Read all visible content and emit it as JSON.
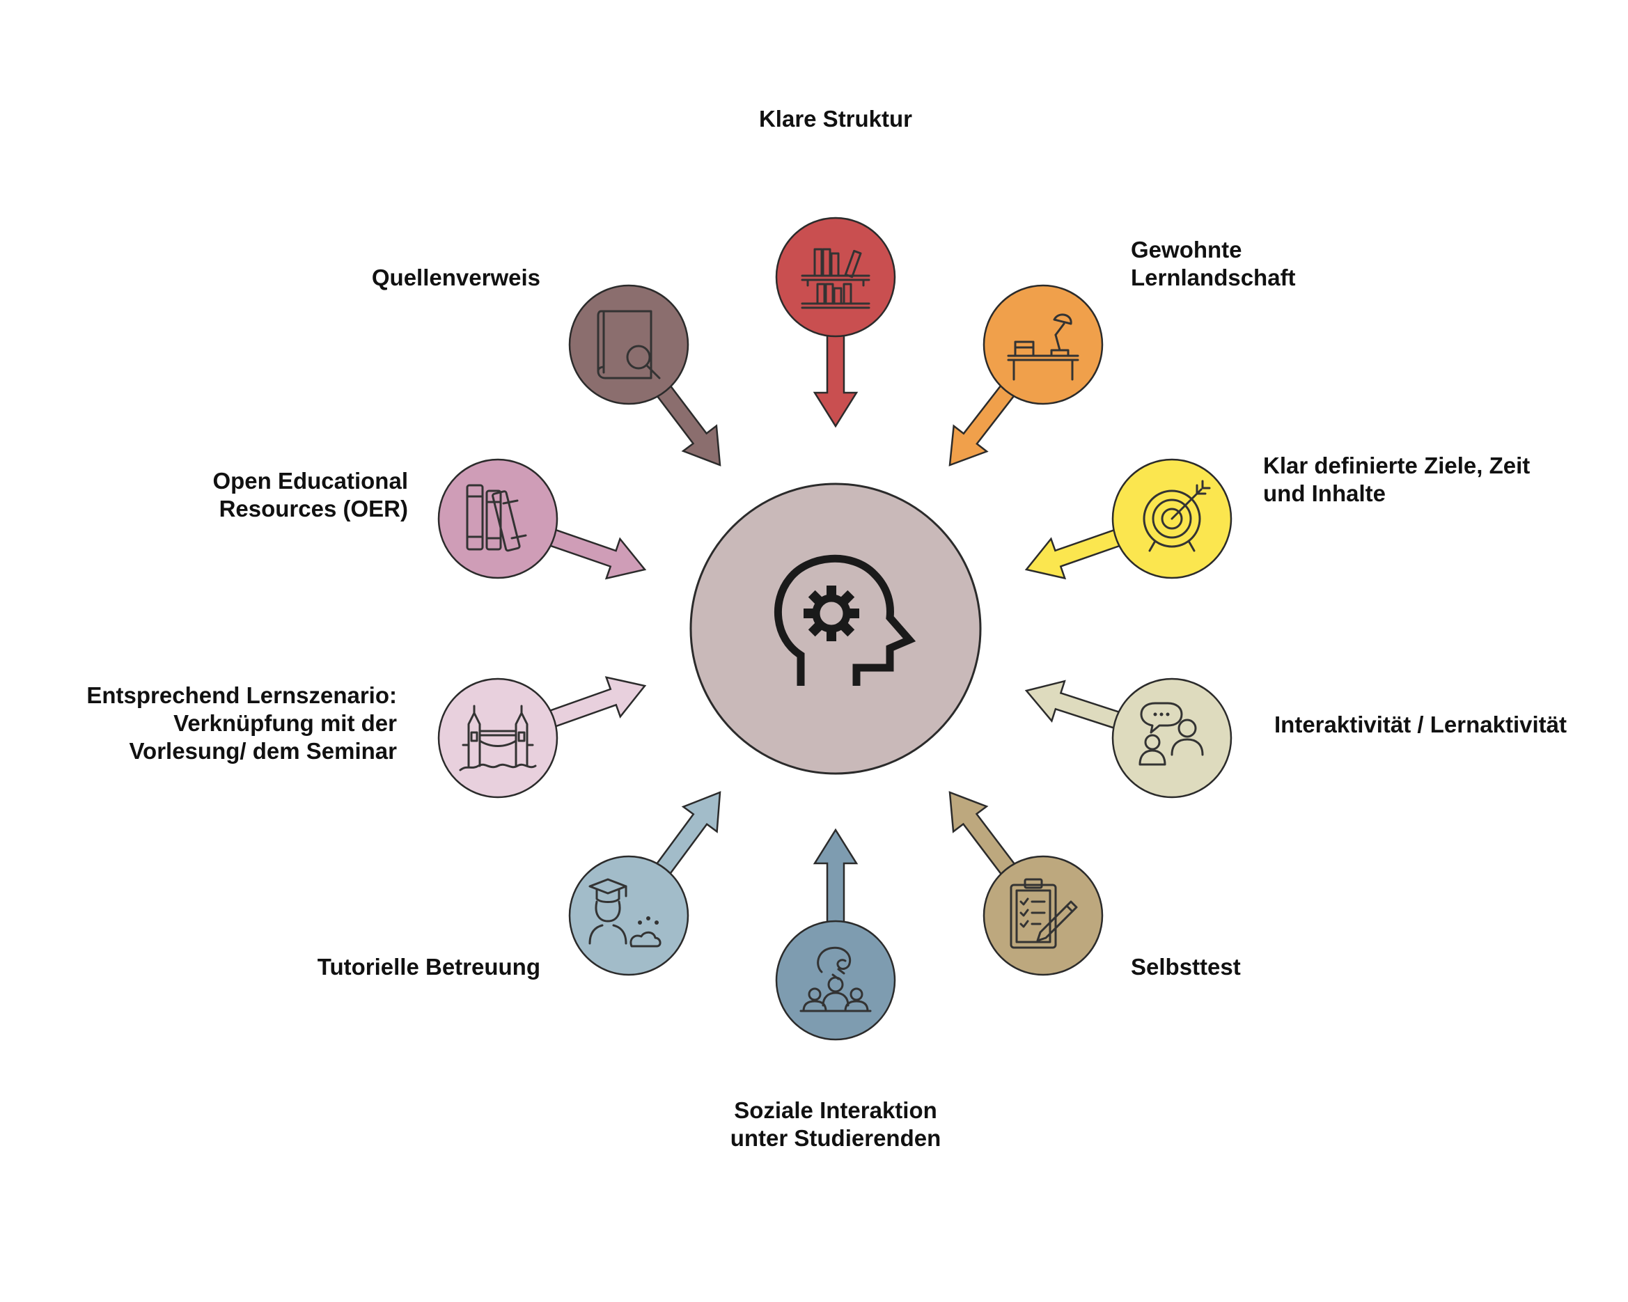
{
  "center": {
    "icon": "head-gear-icon",
    "color": "#C9B9B9"
  },
  "nodes": [
    {
      "id": "klare-struktur",
      "lines": [
        "Klare Struktur"
      ],
      "icon": "bookshelf-icon",
      "color": "#C94F50"
    },
    {
      "id": "gewohnte-lernlandschaft",
      "lines": [
        "Gewohnte",
        "Lernlandschaft"
      ],
      "icon": "desk-lamp-icon",
      "color": "#F0A04B"
    },
    {
      "id": "klar-definierte-ziele",
      "lines": [
        "Klar definierte Ziele, Zeit",
        "und Inhalte"
      ],
      "icon": "target-icon",
      "color": "#FBE64F"
    },
    {
      "id": "interaktivitaet",
      "lines": [
        "Interaktivität / Lernaktivität"
      ],
      "icon": "chat-people-icon",
      "color": "#DEDBBE"
    },
    {
      "id": "selbsttest",
      "lines": [
        "Selbsttest"
      ],
      "icon": "clipboard-pencil-icon",
      "color": "#BDA87E"
    },
    {
      "id": "soziale-interaktion",
      "lines": [
        "Soziale Interaktion",
        "unter Studierenden"
      ],
      "icon": "group-icon",
      "color": "#7E9CB0"
    },
    {
      "id": "tutorielle-betreuung",
      "lines": [
        "Tutorielle Betreuung"
      ],
      "icon": "tutor-icon",
      "color": "#A2BCC9"
    },
    {
      "id": "lernszenario",
      "lines": [
        "Entsprechend Lernszenario:",
        "Verknüpfung mit der",
        "Vorlesung/ dem Seminar"
      ],
      "icon": "bridge-icon",
      "color": "#E8D0DD"
    },
    {
      "id": "oer",
      "lines": [
        "Open Educational",
        "Resources (OER)"
      ],
      "icon": "books-icon",
      "color": "#CF9DB7"
    },
    {
      "id": "quellenverweis",
      "lines": [
        "Quellenverweis"
      ],
      "icon": "book-search-icon",
      "color": "#8B6E6E"
    }
  ]
}
